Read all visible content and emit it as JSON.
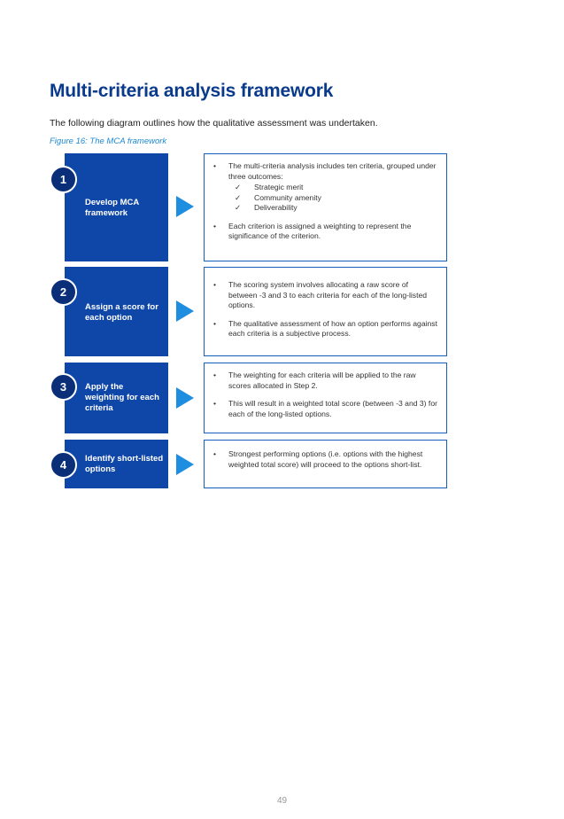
{
  "page": {
    "title": "Multi-criteria analysis framework",
    "intro": "The following diagram outlines how the qualitative assessment was undertaken.",
    "caption": "Figure 16: The MCA framework",
    "page_number": "49"
  },
  "colors": {
    "title": "#0a3a8c",
    "step_box": "#0f47a8",
    "step_circle": "#0a2f78",
    "chevron": "#1e8ee0",
    "desc_border": "#1a5bc0",
    "caption": "#1e88d2"
  },
  "steps": [
    {
      "number": "1",
      "label": "Develop MCA framework",
      "bullets": [
        {
          "text": "The multi-criteria analysis includes ten criteria, grouped under three outcomes:",
          "sub": [
            "Strategic merit",
            "Community amenity",
            "Deliverability"
          ]
        },
        {
          "text": "Each criterion is assigned a weighting to represent the significance of the criterion."
        }
      ]
    },
    {
      "number": "2",
      "label": "Assign a score for each option",
      "bullets": [
        {
          "text": "The scoring system involves allocating a raw score of between -3 and 3 to each criteria for each of the long-listed options."
        },
        {
          "text": "The qualitative assessment of how an option performs against each criteria is a subjective process."
        }
      ]
    },
    {
      "number": "3",
      "label": "Apply the weighting for each criteria",
      "bullets": [
        {
          "text": "The weighting for each criteria will be applied to the raw scores allocated in Step 2."
        },
        {
          "text": "This will result in a weighted total score (between -3 and 3) for each of the long-listed options."
        }
      ]
    },
    {
      "number": "4",
      "label": "Identify short-listed options",
      "bullets": [
        {
          "text": "Strongest performing options (i.e. options with the highest weighted total score) will proceed to the options short-list."
        }
      ]
    }
  ]
}
